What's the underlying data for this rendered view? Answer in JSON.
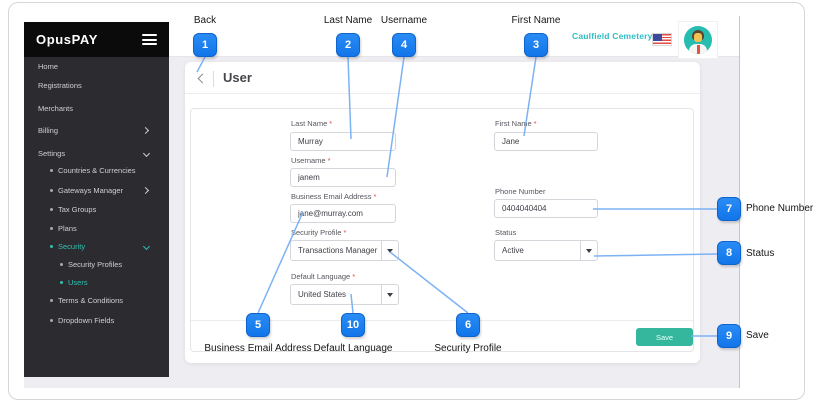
{
  "app": {
    "logo": "OpusPAY",
    "header": {
      "account_name": "Caulfield Cemetery",
      "flag_icon": "us-flag-icon",
      "avatar_icon": "user-avatar-icon"
    },
    "colors": {
      "accent_blue": "#1176ea",
      "teal_active": "#2fc1b2",
      "account_teal": "#2fbcc6",
      "save_green": "#35b79d",
      "leader_line": "#7cb2f4",
      "required_red": "#e8483f"
    }
  },
  "sidebar": {
    "items": [
      {
        "label": "Home"
      },
      {
        "label": "Registrations"
      },
      {
        "label": "Merchants"
      },
      {
        "label": "Billing"
      },
      {
        "label": "Settings"
      },
      {
        "label": "Countries & Currencies"
      },
      {
        "label": "Gateways Manager"
      },
      {
        "label": "Tax Groups"
      },
      {
        "label": "Plans"
      },
      {
        "label": "Security"
      },
      {
        "label": "Security Profiles"
      },
      {
        "label": "Users"
      },
      {
        "label": "Terms & Conditions"
      },
      {
        "label": "Dropdown Fields"
      }
    ]
  },
  "page": {
    "title": "User"
  },
  "form": {
    "last_name": {
      "label": "Last Name",
      "star": "*",
      "value": "Murray"
    },
    "first_name": {
      "label": "First Name",
      "star": "*",
      "value": "Jane"
    },
    "username": {
      "label": "Username",
      "star": "*",
      "value": "janem"
    },
    "email": {
      "label": "Business Email Address",
      "star": "*",
      "value": "jane@murray.com"
    },
    "phone": {
      "label": "Phone Number",
      "star": "",
      "value": "0404040404"
    },
    "security_profile": {
      "label": "Security Profile",
      "star": "*",
      "value": "Transactions Manager"
    },
    "status": {
      "label": "Status",
      "star": "",
      "value": "Active"
    },
    "default_language": {
      "label": "Default Language",
      "star": "*",
      "value": "United States"
    },
    "save_label": "Save"
  },
  "callouts": {
    "c1": {
      "number": "1",
      "label": "Back"
    },
    "c2": {
      "number": "2",
      "label": "Last Name"
    },
    "c3": {
      "number": "3",
      "label": "First Name"
    },
    "c4": {
      "number": "4",
      "label": "Username"
    },
    "c5": {
      "number": "5",
      "label": "Business Email Address"
    },
    "c6": {
      "number": "6",
      "label": "Security Profile"
    },
    "c7": {
      "number": "7",
      "label": "Phone Number"
    },
    "c8": {
      "number": "8",
      "label": "Status"
    },
    "c9": {
      "number": "9",
      "label": "Save"
    },
    "c10": {
      "number": "10",
      "label": "Default Language"
    }
  }
}
